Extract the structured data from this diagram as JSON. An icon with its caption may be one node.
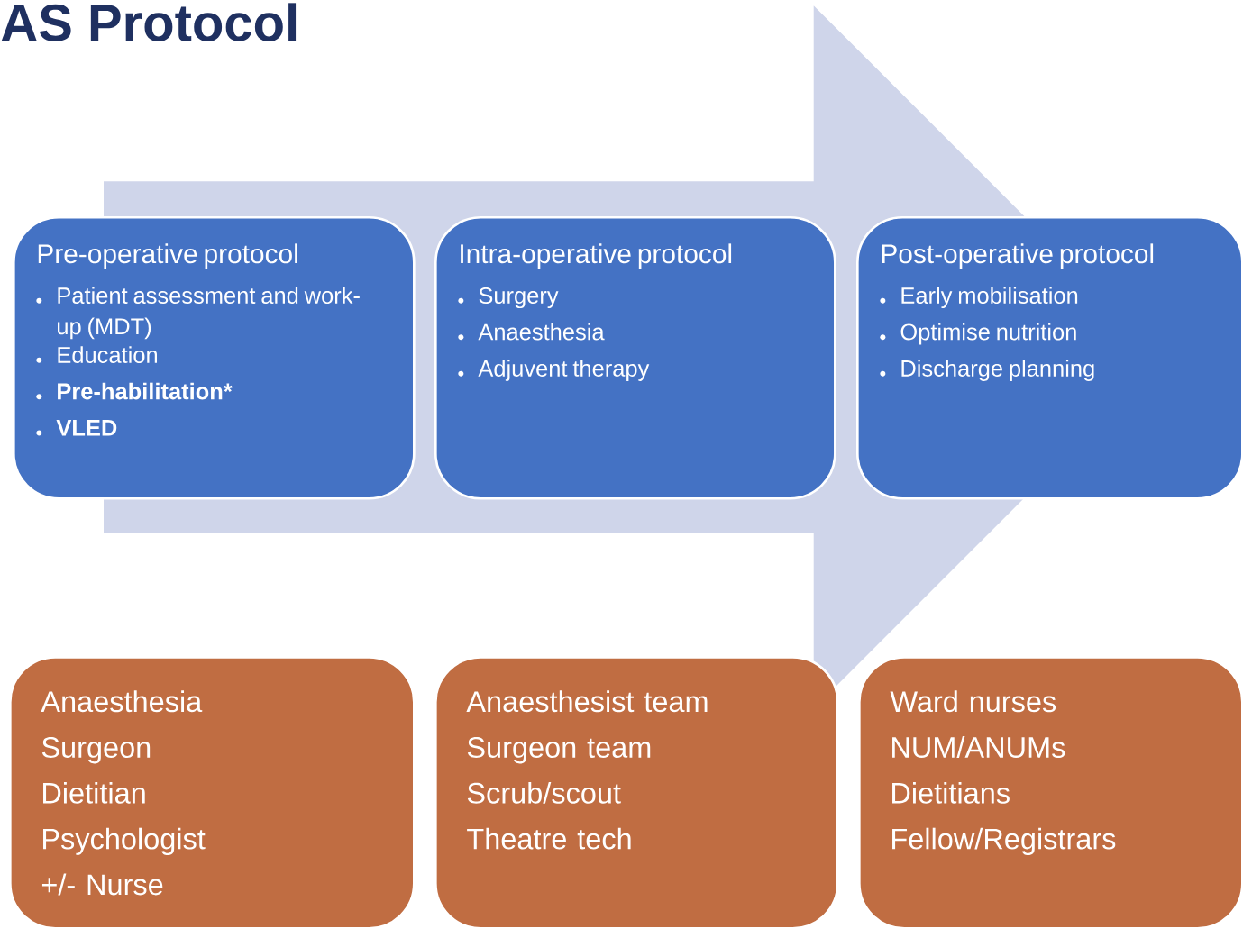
{
  "diagram": {
    "title": "AS Protocol",
    "nodes": [
      {
        "text": [
          "Pre-operative protocol",
          "Patient assessment and work-up (MDT)",
          "Education",
          "Pre-habilitation*",
          "VLED"
        ]
      },
      {
        "text": [
          "Intra-operative protocol",
          "Surgery",
          "Anaesthesia",
          "Adjuvent therapy"
        ]
      },
      {
        "text": [
          "Post-operative protocol",
          "Early mobilisation",
          "Optimise nutrition",
          "Discharge planning"
        ]
      },
      {
        "text": [
          "Anaesthesia",
          "Surgeon",
          "Dietitian",
          "Psychologist",
          "+/- Nurse"
        ]
      },
      {
        "text": [
          "Anaesthesist team",
          "Surgeon team",
          "Scrub/scout",
          "Theatre tech"
        ]
      },
      {
        "text": [
          "Ward nurses",
          "NUM/ANUMs",
          "Dietitians",
          "Fellow/Registrars"
        ]
      }
    ],
    "edges": [
      {
        "from": 0,
        "to": 2,
        "arrow": "to"
      }
    ]
  }
}
